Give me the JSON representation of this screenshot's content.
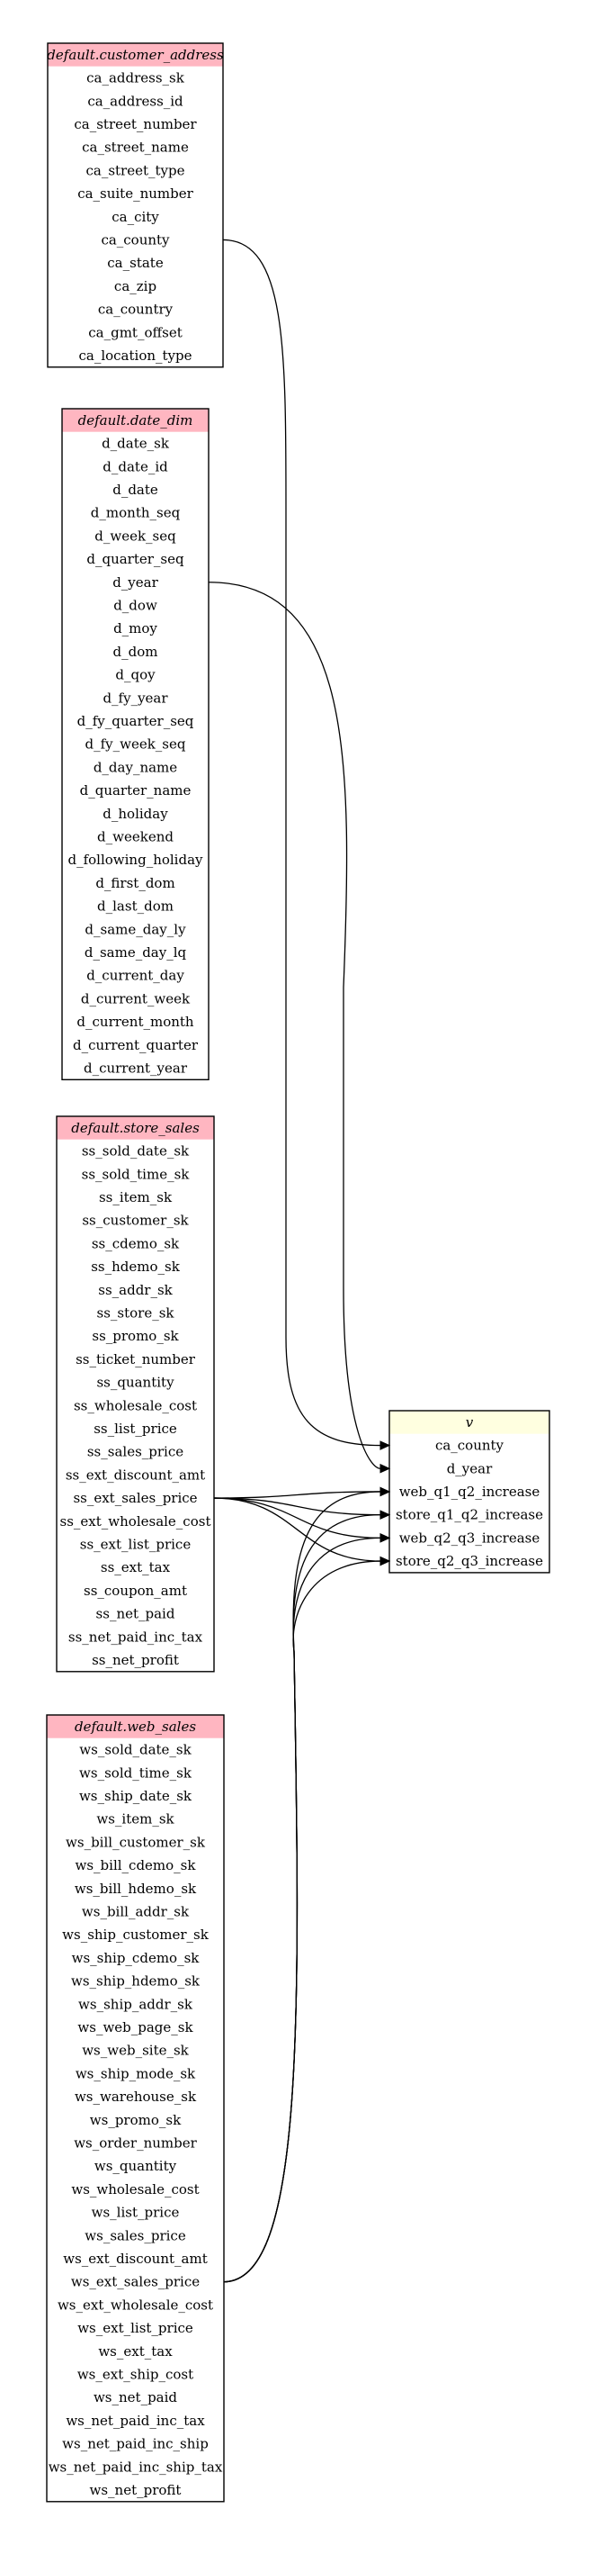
{
  "tables": [
    {
      "id": "customer_address",
      "title": "default.customer_address",
      "columns": [
        "ca_address_sk",
        "ca_address_id",
        "ca_street_number",
        "ca_street_name",
        "ca_street_type",
        "ca_suite_number",
        "ca_city",
        "ca_county",
        "ca_state",
        "ca_zip",
        "ca_country",
        "ca_gmt_offset",
        "ca_location_type"
      ]
    },
    {
      "id": "date_dim",
      "title": "default.date_dim",
      "columns": [
        "d_date_sk",
        "d_date_id",
        "d_date",
        "d_month_seq",
        "d_week_seq",
        "d_quarter_seq",
        "d_year",
        "d_dow",
        "d_moy",
        "d_dom",
        "d_qoy",
        "d_fy_year",
        "d_fy_quarter_seq",
        "d_fy_week_seq",
        "d_day_name",
        "d_quarter_name",
        "d_holiday",
        "d_weekend",
        "d_following_holiday",
        "d_first_dom",
        "d_last_dom",
        "d_same_day_ly",
        "d_same_day_lq",
        "d_current_day",
        "d_current_week",
        "d_current_month",
        "d_current_quarter",
        "d_current_year"
      ]
    },
    {
      "id": "store_sales",
      "title": "default.store_sales",
      "columns": [
        "ss_sold_date_sk",
        "ss_sold_time_sk",
        "ss_item_sk",
        "ss_customer_sk",
        "ss_cdemo_sk",
        "ss_hdemo_sk",
        "ss_addr_sk",
        "ss_store_sk",
        "ss_promo_sk",
        "ss_ticket_number",
        "ss_quantity",
        "ss_wholesale_cost",
        "ss_list_price",
        "ss_sales_price",
        "ss_ext_discount_amt",
        "ss_ext_sales_price",
        "ss_ext_wholesale_cost",
        "ss_ext_list_price",
        "ss_ext_tax",
        "ss_coupon_amt",
        "ss_net_paid",
        "ss_net_paid_inc_tax",
        "ss_net_profit"
      ]
    },
    {
      "id": "web_sales",
      "title": "default.web_sales",
      "columns": [
        "ws_sold_date_sk",
        "ws_sold_time_sk",
        "ws_ship_date_sk",
        "ws_item_sk",
        "ws_bill_customer_sk",
        "ws_bill_cdemo_sk",
        "ws_bill_hdemo_sk",
        "ws_bill_addr_sk",
        "ws_ship_customer_sk",
        "ws_ship_cdemo_sk",
        "ws_ship_hdemo_sk",
        "ws_ship_addr_sk",
        "ws_web_page_sk",
        "ws_web_site_sk",
        "ws_ship_mode_sk",
        "ws_warehouse_sk",
        "ws_promo_sk",
        "ws_order_number",
        "ws_quantity",
        "ws_wholesale_cost",
        "ws_list_price",
        "ws_sales_price",
        "ws_ext_discount_amt",
        "ws_ext_sales_price",
        "ws_ext_wholesale_cost",
        "ws_ext_list_price",
        "ws_ext_tax",
        "ws_ext_ship_cost",
        "ws_net_paid",
        "ws_net_paid_inc_tax",
        "ws_net_paid_inc_ship",
        "ws_net_paid_inc_ship_tax",
        "ws_net_profit"
      ]
    },
    {
      "id": "v",
      "title": "v",
      "columns": [
        "ca_county",
        "d_year",
        "web_q1_q2_increase",
        "store_q1_q2_increase",
        "web_q2_q3_increase",
        "store_q2_q3_increase"
      ]
    }
  ],
  "edges": [
    {
      "from": "customer_address.ca_county",
      "to": "v.ca_county"
    },
    {
      "from": "date_dim.d_year",
      "to": "v.d_year"
    },
    {
      "from": "store_sales.ss_ext_sales_price",
      "to": "v.web_q1_q2_increase"
    },
    {
      "from": "store_sales.ss_ext_sales_price",
      "to": "v.store_q1_q2_increase"
    },
    {
      "from": "store_sales.ss_ext_sales_price",
      "to": "v.web_q2_q3_increase"
    },
    {
      "from": "store_sales.ss_ext_sales_price",
      "to": "v.store_q2_q3_increase"
    },
    {
      "from": "web_sales.ws_ext_sales_price",
      "to": "v.web_q1_q2_increase"
    },
    {
      "from": "web_sales.ws_ext_sales_price",
      "to": "v.store_q1_q2_increase"
    },
    {
      "from": "web_sales.ws_ext_sales_price",
      "to": "v.web_q2_q3_increase"
    },
    {
      "from": "web_sales.ws_ext_sales_price",
      "to": "v.store_q2_q3_increase"
    }
  ],
  "colors": {
    "source_header": "#ffb6c1",
    "output_header": "#ffffe0",
    "border": "#000000"
  }
}
